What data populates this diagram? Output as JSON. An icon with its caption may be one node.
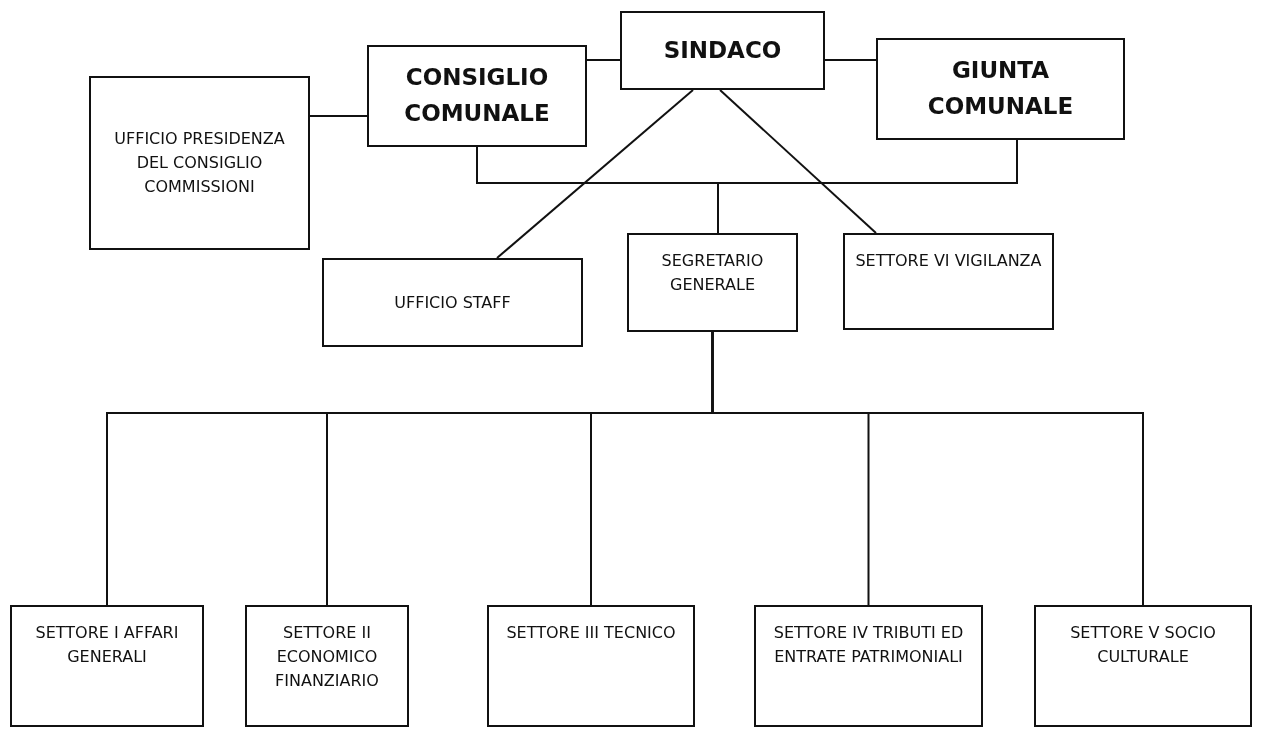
{
  "diagram": {
    "nodes": [
      {
        "text": [
          "SINDACO"
        ]
      },
      {
        "text": [
          "CONSIGLIO COMUNALE"
        ]
      },
      {
        "text": [
          "GIUNTA COMUNALE"
        ]
      },
      {
        "text": [
          "UFFICIO PRESIDENZA DEL CONSIGLIO COMMISSIONI"
        ]
      },
      {
        "text": [
          "UFFICIO STAFF"
        ]
      },
      {
        "text": [
          "SEGRETARIO GENERALE"
        ]
      },
      {
        "text": [
          "SETTORE VI VIGILANZA"
        ]
      },
      {
        "text": [
          "SETTORE I AFFARI GENERALI"
        ]
      },
      {
        "text": [
          "SETTORE II ECONOMICO FINANZIARIO"
        ]
      },
      {
        "text": [
          "SETTORE III TECNICO"
        ]
      },
      {
        "text": [
          "SETTORE IV TRIBUTI ED ENTRATE PATRIMONIALI"
        ]
      },
      {
        "text": [
          "SETTORE V SOCIO CULTURALE"
        ]
      }
    ],
    "edges": [
      {
        "from": 1,
        "to": 0,
        "arrow": "none"
      },
      {
        "from": 0,
        "to": 2,
        "arrow": "none"
      },
      {
        "from": 3,
        "to": 1,
        "arrow": "none"
      },
      {
        "from": 0,
        "to": 4,
        "arrow": "none"
      },
      {
        "from": 0,
        "to": 6,
        "arrow": "none"
      },
      {
        "from": 1,
        "to": 5,
        "arrow": "none"
      },
      {
        "from": 2,
        "to": 5,
        "arrow": "none"
      },
      {
        "from": 5,
        "to": 7,
        "arrow": "none"
      },
      {
        "from": 5,
        "to": 8,
        "arrow": "none"
      },
      {
        "from": 5,
        "to": 9,
        "arrow": "none"
      },
      {
        "from": 5,
        "to": 10,
        "arrow": "none"
      },
      {
        "from": 5,
        "to": 11,
        "arrow": "none"
      }
    ]
  }
}
